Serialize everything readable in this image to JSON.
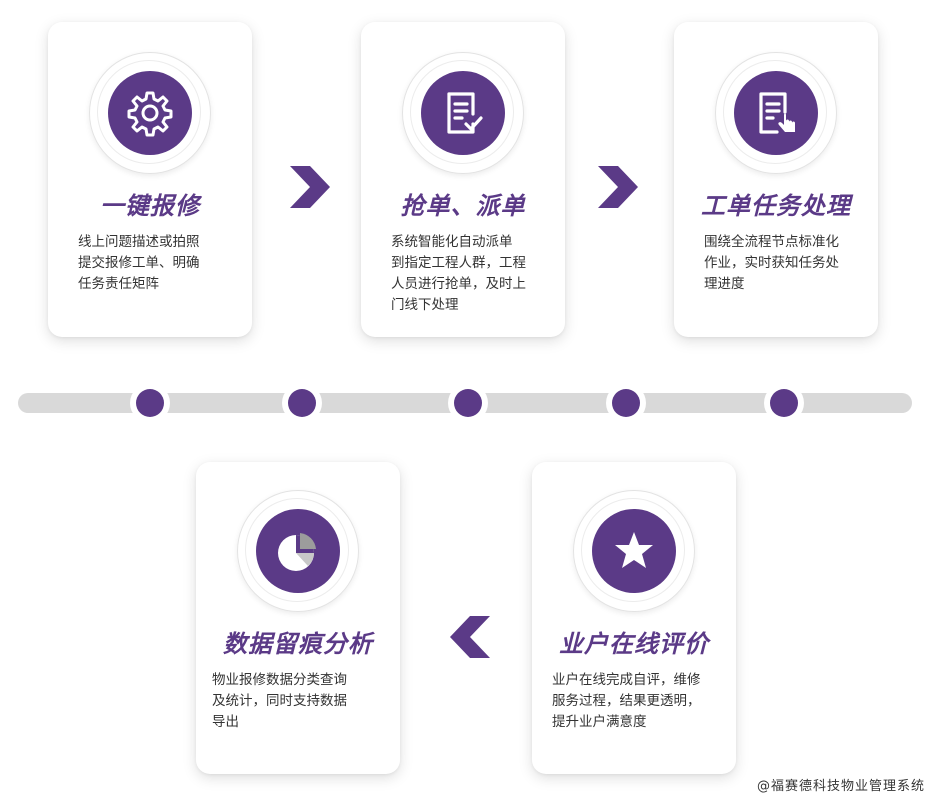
{
  "steps": [
    {
      "title": "一键报修",
      "desc": "线上问题描述或拍照\n提交报修工单、明确\n任务责任矩阵",
      "icon": "gear-icon"
    },
    {
      "title": "抢单、派单",
      "desc": "系统智能化自动派单\n到指定工程人群，工程\n人员进行抢单，及时上\n门线下处理",
      "icon": "document-check-icon"
    },
    {
      "title": "工单任务处理",
      "desc": "围绕全流程节点标准化\n作业，实时获知任务处\n理进度",
      "icon": "document-touch-icon"
    },
    {
      "title": "业户在线评价",
      "desc": "业户在线完成自评，维修\n服务过程，结果更透明，\n提升业户满意度",
      "icon": "star-icon"
    },
    {
      "title": "数据留痕分析",
      "desc": "物业报修数据分类查询\n及统计，同时支持数据\n导出",
      "icon": "pie-chart-icon"
    }
  ],
  "footer": "@福赛德科技物业管理系统",
  "colors": {
    "accent": "#5b3a87",
    "track": "#d9d9d9"
  }
}
